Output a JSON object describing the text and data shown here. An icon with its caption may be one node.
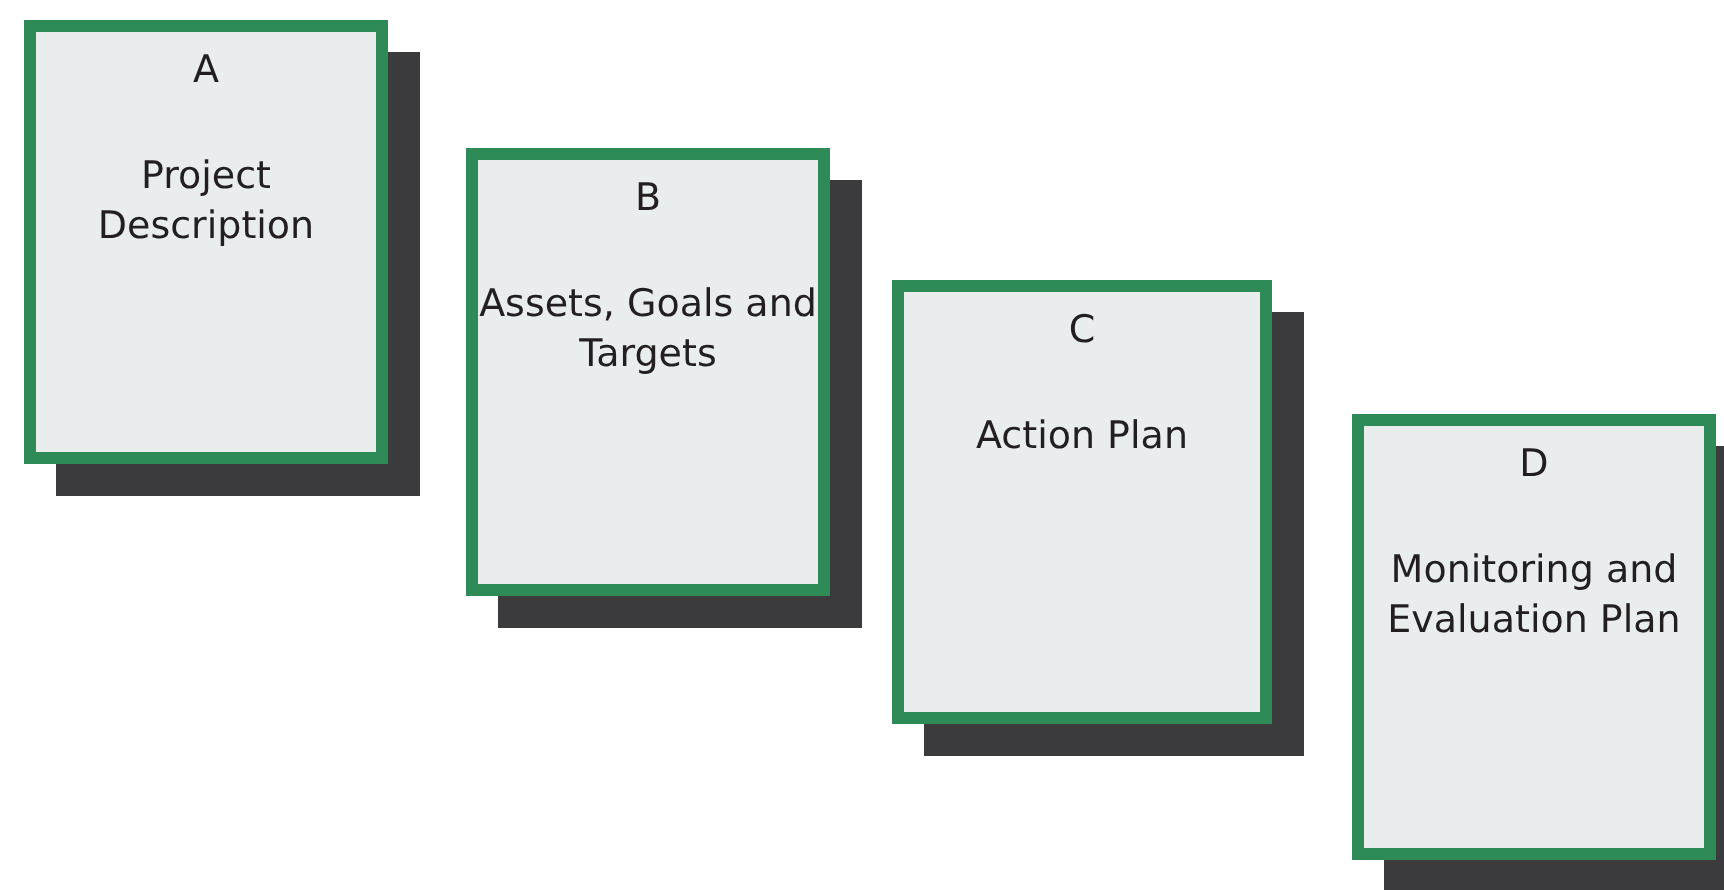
{
  "diagram": {
    "nodes": [
      {
        "text": [
          "A",
          "Project Description"
        ]
      },
      {
        "text": [
          "B",
          "Assets, Goals and Targets"
        ]
      },
      {
        "text": [
          "C",
          "Action Plan"
        ]
      },
      {
        "text": [
          "D",
          "Monitoring and Evaluation Plan"
        ]
      }
    ],
    "edges": []
  }
}
